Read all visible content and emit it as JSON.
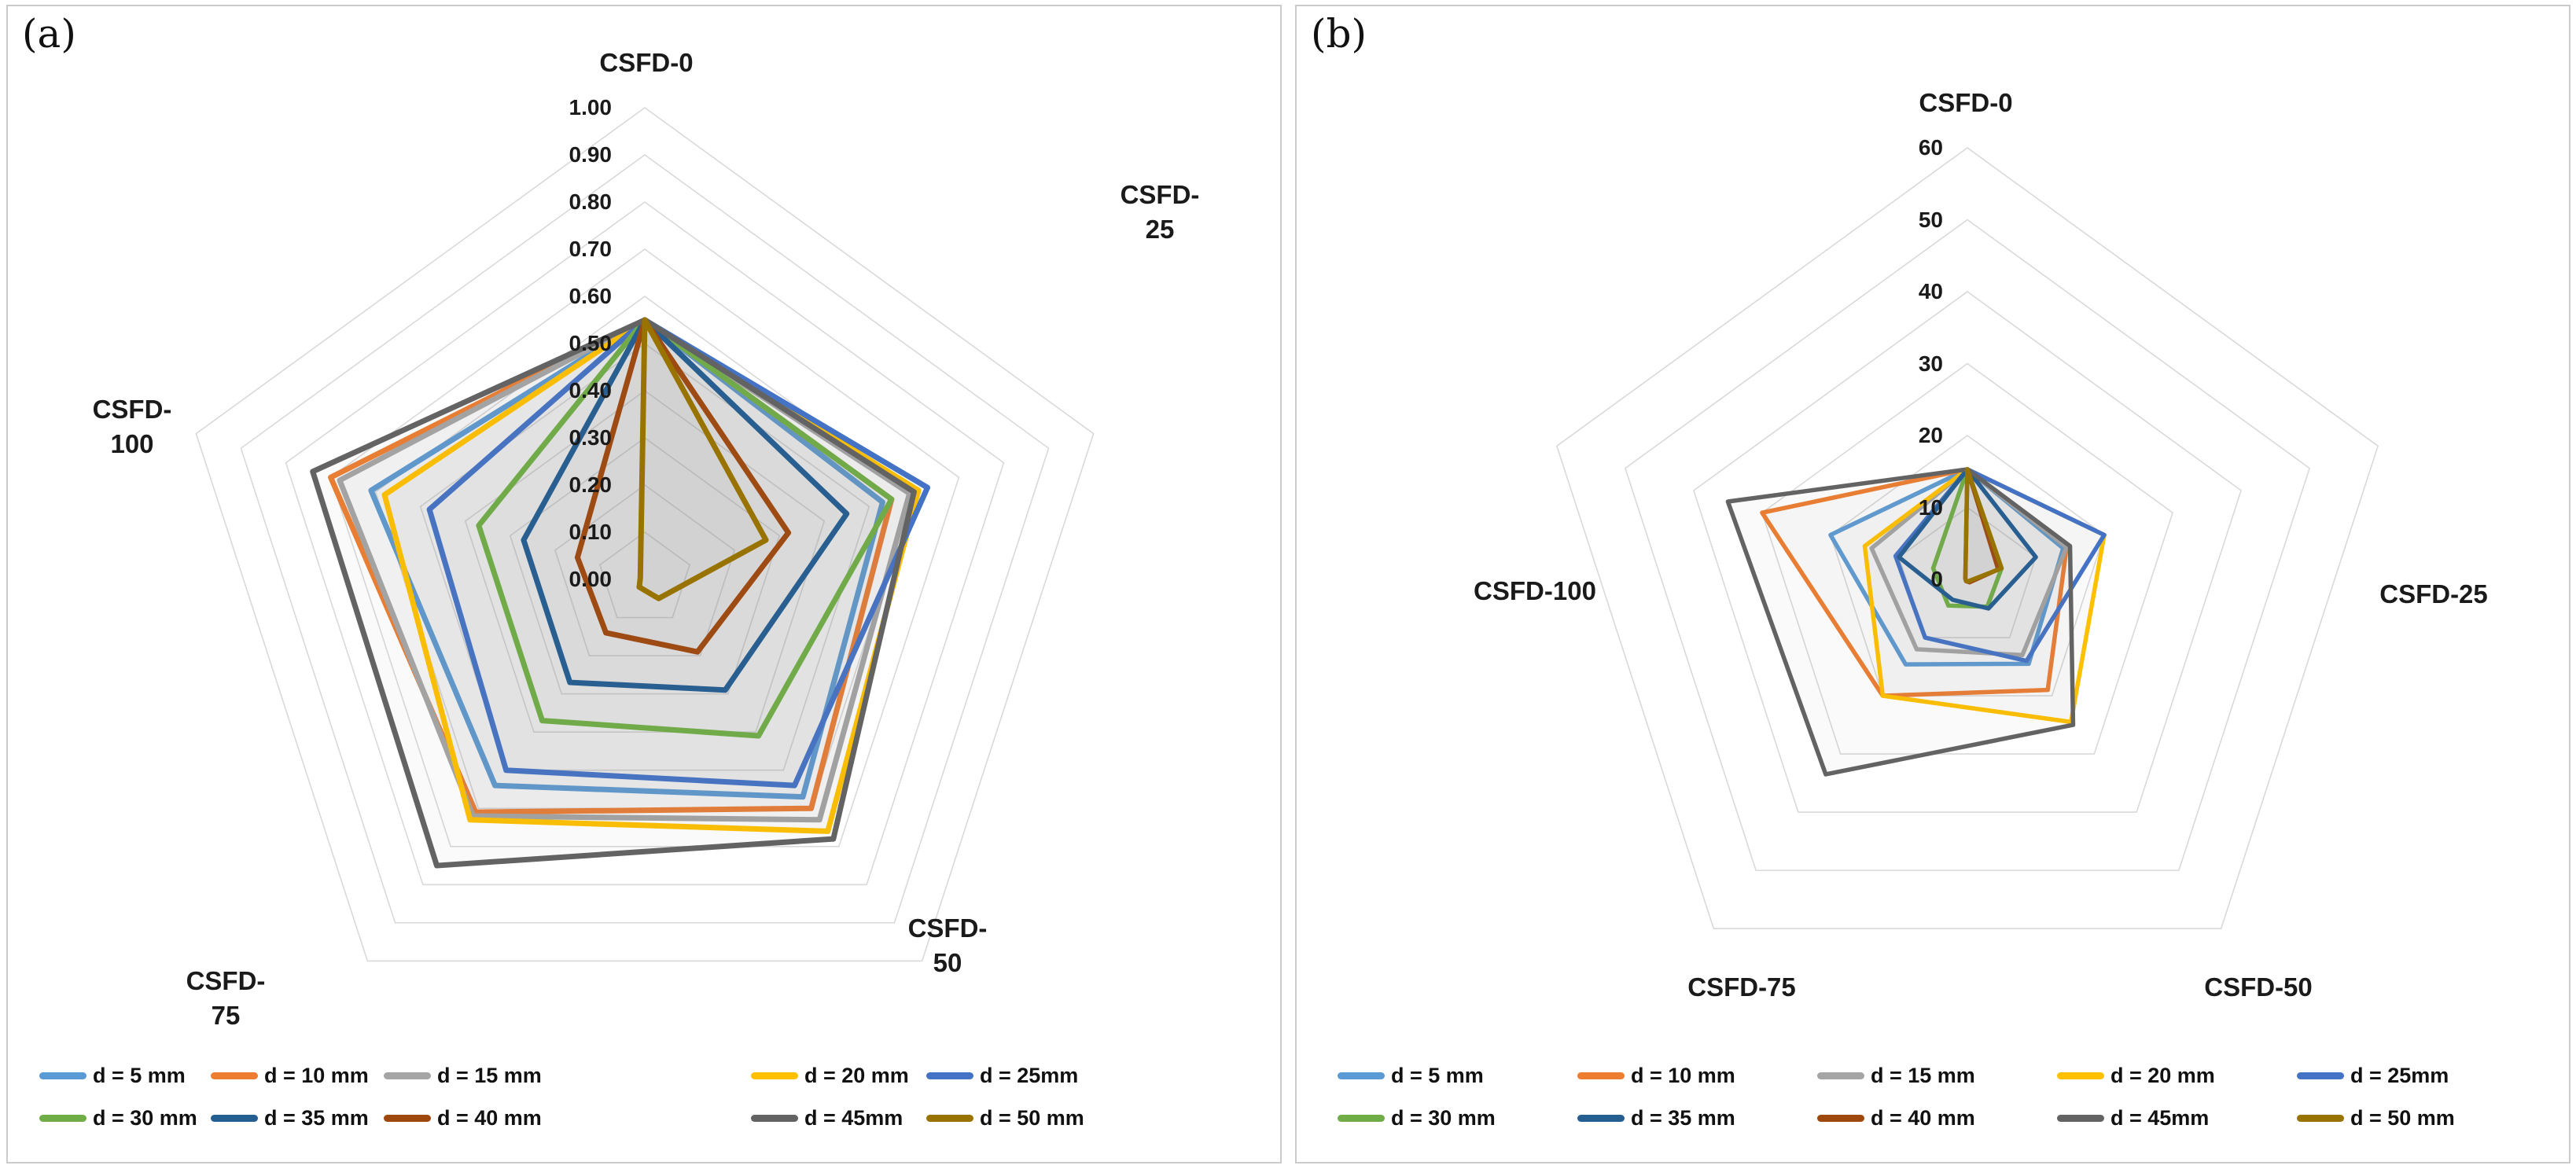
{
  "panels": [
    {
      "id": "a",
      "corner_label": "(a)",
      "chart_data": {
        "type": "radar",
        "title": "",
        "axes": [
          "CSFD-0",
          "CSFD-25",
          "CSFD-50",
          "CSFD-75",
          "CSFD-100"
        ],
        "axis_display_lines": [
          [
            "CSFD-0"
          ],
          [
            "CSFD-",
            "25"
          ],
          [
            "CSFD-",
            "50"
          ],
          [
            "CSFD-",
            "75"
          ],
          [
            "CSFD-",
            "100"
          ]
        ],
        "rmax": 1.0,
        "ring_step": 0.1,
        "tick_labels": [
          "1.00",
          "0.90",
          "0.80",
          "0.70",
          "0.60",
          "0.50",
          "0.40",
          "0.30",
          "0.20",
          "0.10",
          "0.00"
        ],
        "grid_color": "#d9d9d9",
        "legend_position": "bottom",
        "series": [
          {
            "name": "d = 5 mm",
            "color": "#5B9BD5",
            "values": [
              0.55,
              0.53,
              0.57,
              0.54,
              0.61
            ]
          },
          {
            "name": "d = 10 mm",
            "color": "#ED7D31",
            "values": [
              0.55,
              0.55,
              0.6,
              0.61,
              0.7
            ]
          },
          {
            "name": "d = 15 mm",
            "color": "#A5A5A5",
            "values": [
              0.55,
              0.59,
              0.63,
              0.62,
              0.68
            ]
          },
          {
            "name": "d = 20 mm",
            "color": "#FFC000",
            "values": [
              0.55,
              0.61,
              0.66,
              0.63,
              0.58
            ]
          },
          {
            "name": "d = 25mm",
            "color": "#4472C4",
            "values": [
              0.55,
              0.63,
              0.54,
              0.5,
              0.48
            ]
          },
          {
            "name": "d = 30 mm",
            "color": "#70AD47",
            "values": [
              0.55,
              0.55,
              0.41,
              0.37,
              0.37
            ]
          },
          {
            "name": "d = 35 mm",
            "color": "#255E91",
            "values": [
              0.55,
              0.45,
              0.29,
              0.27,
              0.27
            ]
          },
          {
            "name": "d = 40 mm",
            "color": "#9E480E",
            "values": [
              0.55,
              0.32,
              0.19,
              0.14,
              0.15
            ]
          },
          {
            "name": "d = 45mm",
            "color": "#636363",
            "values": [
              0.55,
              0.6,
              0.68,
              0.75,
              0.74
            ]
          },
          {
            "name": "d = 50 mm",
            "color": "#997300",
            "values": [
              0.55,
              0.27,
              0.05,
              0.02,
              0.01
            ]
          }
        ]
      }
    },
    {
      "id": "b",
      "corner_label": "(b)",
      "chart_data": {
        "type": "radar",
        "title": "",
        "axes": [
          "CSFD-0",
          "CSFD-25",
          "CSFD-50",
          "CSFD-75",
          "CSFD-100"
        ],
        "axis_display_lines": [
          [
            "CSFD-0"
          ],
          [
            "CSFD-25"
          ],
          [
            "CSFD-50"
          ],
          [
            "CSFD-75"
          ],
          [
            "CSFD-100"
          ]
        ],
        "rmax": 60,
        "ring_step": 10,
        "tick_labels": [
          "60",
          "50",
          "40",
          "30",
          "20",
          "10",
          "0"
        ],
        "grid_color": "#d9d9d9",
        "legend_position": "bottom",
        "series": [
          {
            "name": "d = 5 mm",
            "color": "#5B9BD5",
            "values": [
              15.3,
              14.0,
              14.5,
              14.6,
              20.0
            ]
          },
          {
            "name": "d = 10 mm",
            "color": "#ED7D31",
            "values": [
              15.3,
              14.5,
              19.0,
              20.0,
              30.0
            ]
          },
          {
            "name": "d = 15 mm",
            "color": "#A5A5A5",
            "values": [
              15.3,
              14.5,
              13.0,
              12.0,
              14.0
            ]
          },
          {
            "name": "d = 20 mm",
            "color": "#FFC000",
            "values": [
              15.3,
              20.0,
              24.5,
              20.0,
              15.0
            ]
          },
          {
            "name": "d = 25mm",
            "color": "#4472C4",
            "values": [
              15.3,
              20.0,
              14.0,
              10.0,
              10.5
            ]
          },
          {
            "name": "d = 30 mm",
            "color": "#70AD47",
            "values": [
              15.3,
              5.0,
              4.7,
              4.5,
              5.0
            ]
          },
          {
            "name": "d = 35 mm",
            "color": "#255E91",
            "values": [
              15.3,
              10.0,
              5.0,
              3.5,
              10.0
            ]
          },
          {
            "name": "d = 40 mm",
            "color": "#9E480E",
            "values": [
              15.3,
              4.5,
              0.5,
              0.3,
              0.3
            ]
          },
          {
            "name": "d = 45mm",
            "color": "#636363",
            "values": [
              15.3,
              15.0,
              25.0,
              33.5,
              35.0
            ]
          },
          {
            "name": "d = 50 mm",
            "color": "#997300",
            "values": [
              15.3,
              5.0,
              0.3,
              0.3,
              0.3
            ]
          }
        ]
      }
    }
  ]
}
